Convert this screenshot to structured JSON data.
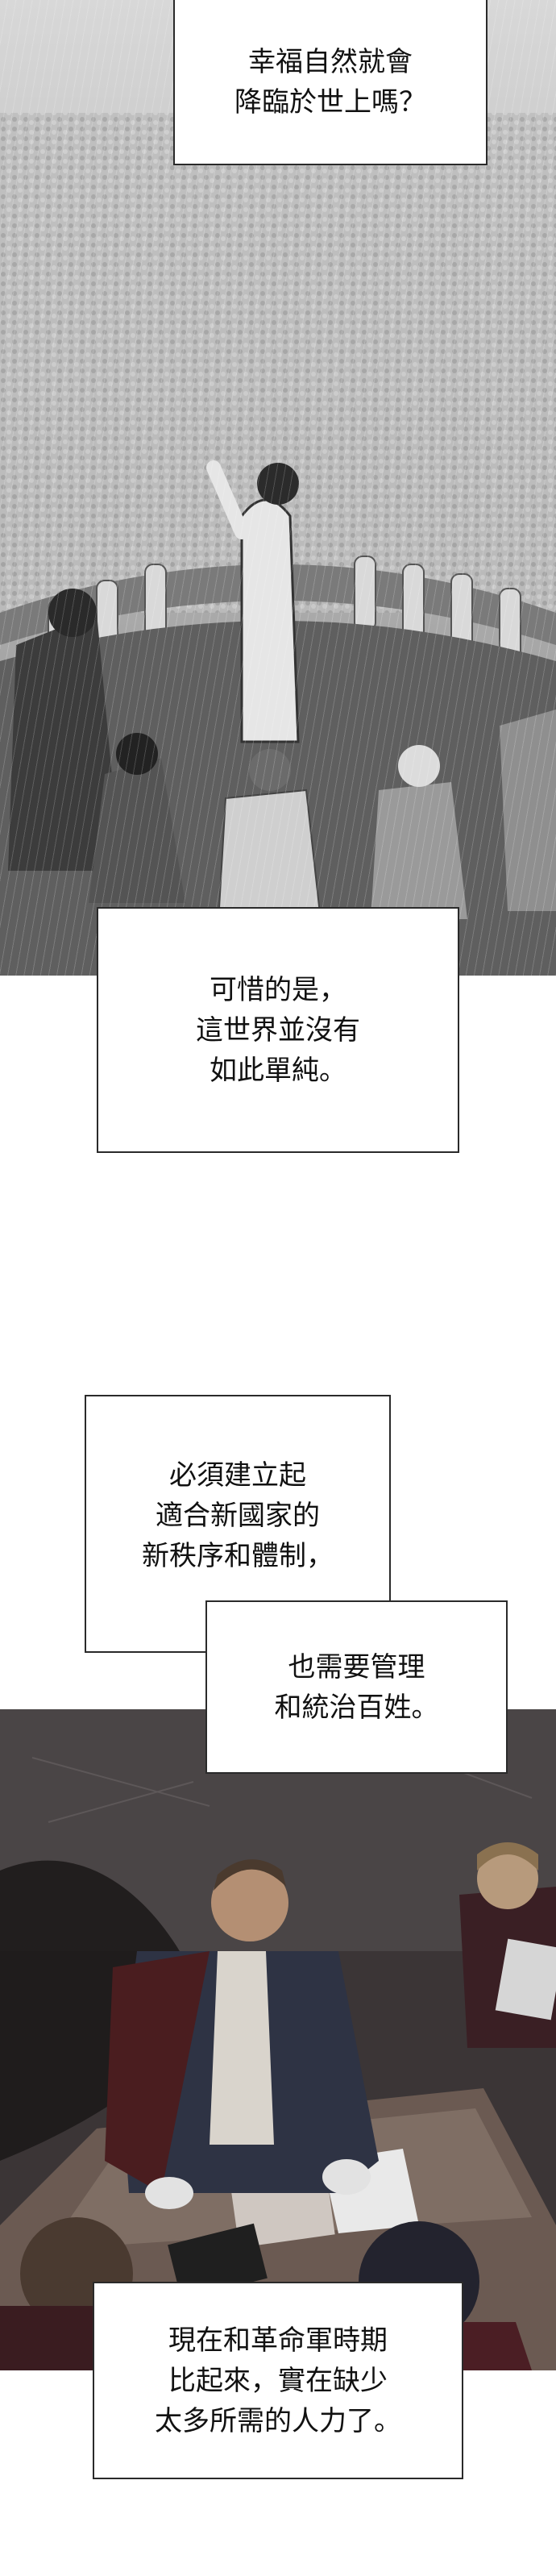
{
  "captions": {
    "c1": [
      "幸福自然就會",
      "降臨於世上嗎？"
    ],
    "c2": [
      "可惜的是，",
      "這世界並沒有",
      "如此單純。"
    ],
    "c3": [
      "必須建立起",
      "適合新國家的",
      "新秩序和體制，"
    ],
    "c4": [
      "也需要管理",
      "和統治百姓。"
    ],
    "c5": [
      "現在和革命軍時期",
      "比起來，實在缺少",
      "太多所需的人力了。"
    ]
  },
  "colors": {
    "ink": "#111111",
    "panel_grey": "#8a8a8a",
    "scene_dark": "#3b3536",
    "cloak_red": "#5a2a2a"
  }
}
